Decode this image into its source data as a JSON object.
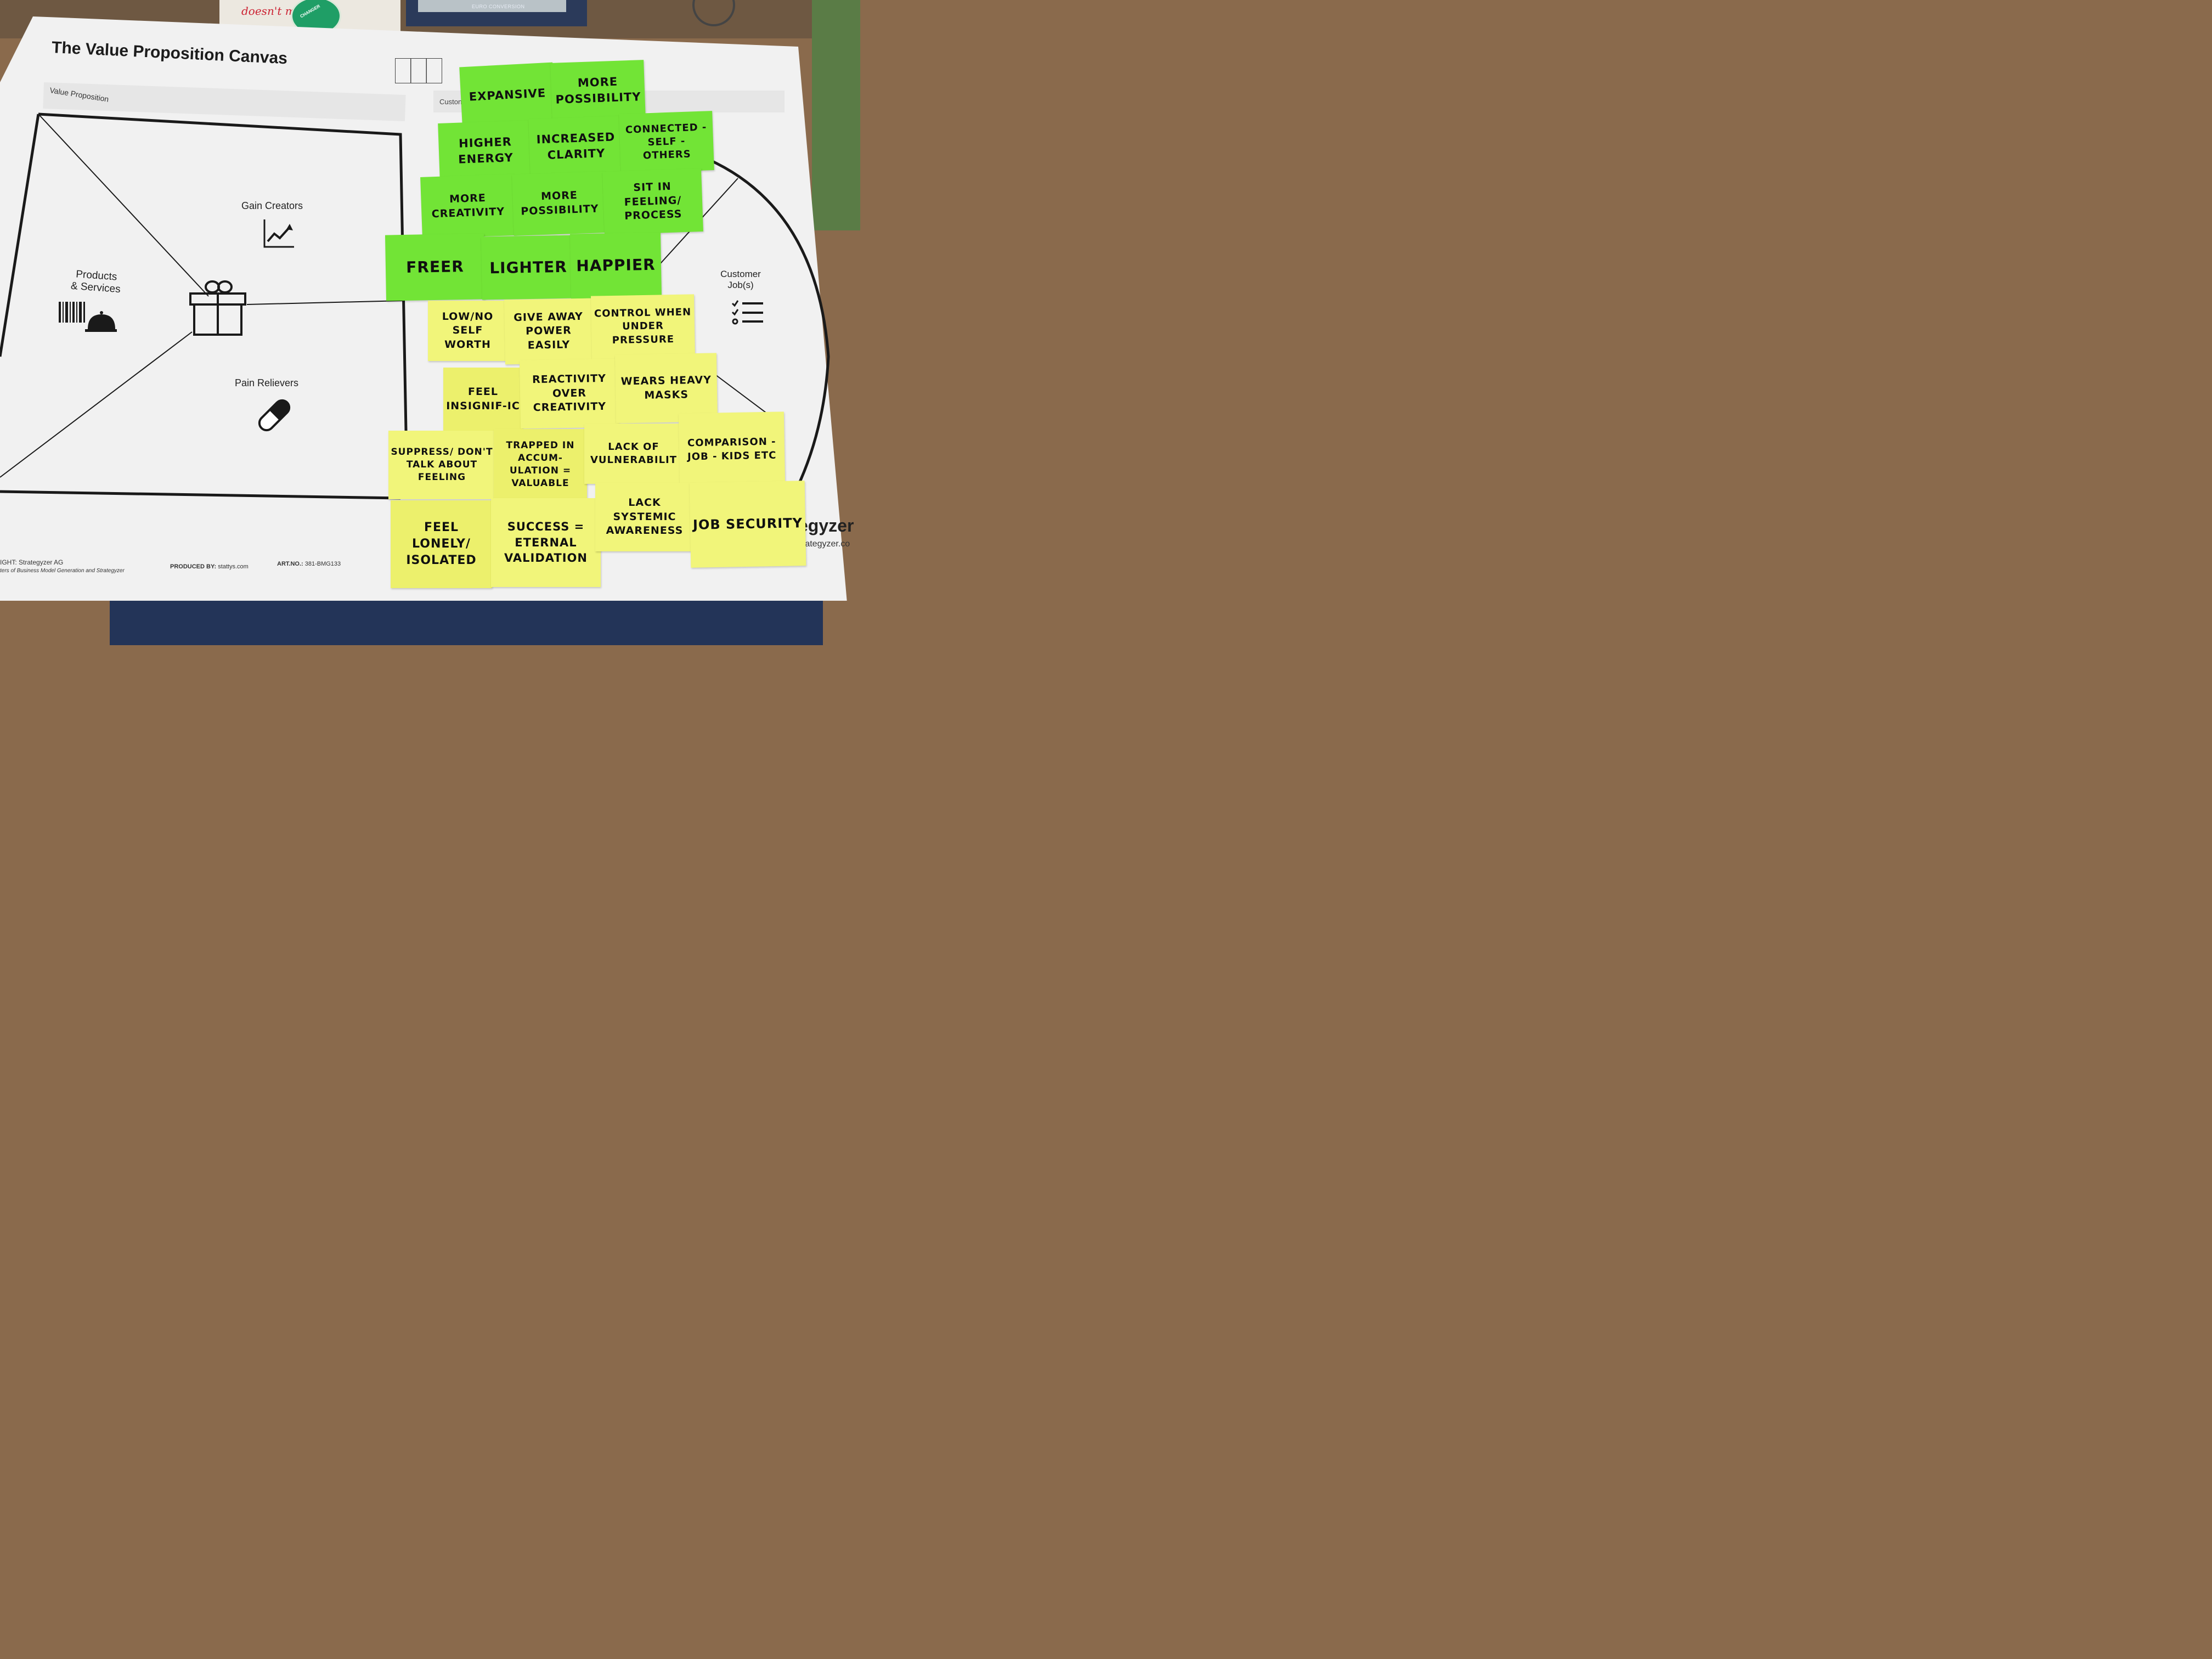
{
  "canvas": {
    "title": "The Value Proposition Canvas",
    "value_proposition_label": "Value Proposition",
    "customer_profile_label": "Custon",
    "gain_creators": "Gain Creators",
    "pain_relievers": "Pain Relievers",
    "products_services": "Products\n& Services",
    "customer_jobs": "Customer\nJob(s)",
    "footer": {
      "copyright": "IGHT: Strategyzer AG",
      "creators": "ters of Business Model Generation and Strategyzer",
      "produced_by_label": "PRODUCED BY:",
      "produced_by": "stattys.com",
      "art_no_label": "ART.NO.:",
      "art_no": "381-BMG133"
    },
    "brand": "egyzer",
    "brand_url": "rategyzer.co"
  },
  "background": {
    "calculator_label": "EURO CONVERSION",
    "notebook_scribble": "doesn't m",
    "badge_text": "CHANGER"
  },
  "notes": {
    "gains": [
      "Expansive",
      "More Possibility",
      "Higher Energy",
      "Increased Clarity",
      "Connected - Self - Others",
      "More Creativity",
      "More Possibility",
      "Sit in Feeling/ Process",
      "Freer",
      "Lighter",
      "Happier"
    ],
    "pains": [
      "Low/No Self Worth",
      "Give Away Power Easily",
      "Control When Under Pressure",
      "Feel Insignif-ic",
      "Reactivity Over Creativity",
      "Wears Heavy Masks",
      "Suppress/ Don't Talk About Feeling",
      "Trapped In Accum-ulation = Valuable",
      "Lack of Vulnerabilit",
      "Comparison - Job - Kids etc",
      "Feel Lonely/ Isolated",
      "Success = Eternal Validation",
      "Lack Systemic Awareness",
      "Job Security"
    ]
  },
  "colors": {
    "gain_note": "#72e436",
    "pain_note": "#f1f57a",
    "paper": "#f1f1f1"
  }
}
